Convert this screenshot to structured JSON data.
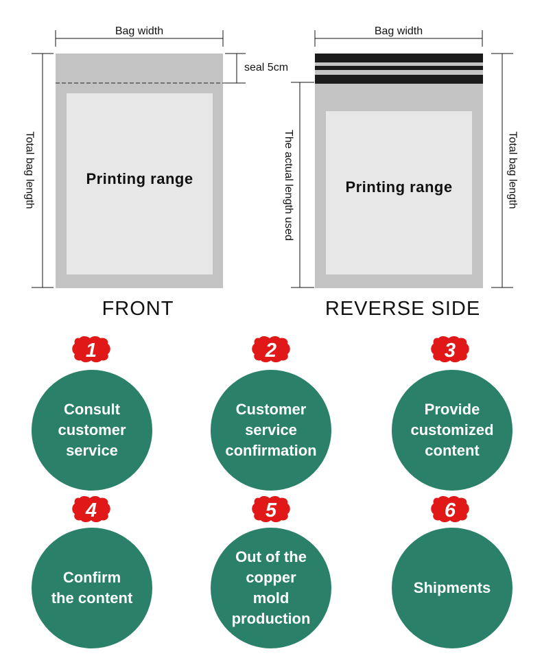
{
  "front": {
    "width_label": "Bag width",
    "seal_label": "seal 5cm",
    "length_label": "Total bag length",
    "printing_label": "Printing range",
    "title": "FRONT"
  },
  "reverse": {
    "width_label": "Bag width",
    "used_length_label": "The actual length used",
    "length_label": "Total bag length",
    "printing_label": "Printing range",
    "title": "REVERSE SIDE"
  },
  "colors": {
    "bag": "#c3c3c3",
    "print_area": "#e7e7e7",
    "seal_strip": "#1b1b1b",
    "step_circle": "#2a8068",
    "badge": "#e01818"
  },
  "steps": [
    {
      "number": "1",
      "label": "Consult\ncustomer\nservice"
    },
    {
      "number": "2",
      "label": "Customer\nservice\nconfirmation"
    },
    {
      "number": "3",
      "label": "Provide\ncustomized\ncontent"
    },
    {
      "number": "4",
      "label": "Confirm\nthe content"
    },
    {
      "number": "5",
      "label": "Out of the\ncopper\nmold\nproduction"
    },
    {
      "number": "6",
      "label": "Shipments"
    }
  ]
}
